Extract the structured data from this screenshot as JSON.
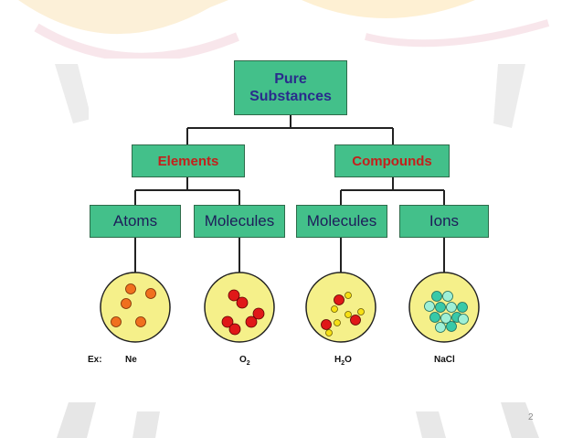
{
  "diagram": {
    "root": {
      "line1": "Pure",
      "line2": "Substances"
    },
    "level2": {
      "left": "Elements",
      "right": "Compounds"
    },
    "level3": {
      "atoms": "Atoms",
      "molecules_el": "Molecules",
      "molecules_cp": "Molecules",
      "ions": "Ions"
    },
    "examples": {
      "prefix": "Ex:",
      "ne": "Ne",
      "o2": "O",
      "o2_sub": "2",
      "h2o_h": "H",
      "h2o_sub": "2",
      "h2o_o": "O",
      "nacl": "NaCl"
    }
  },
  "slide_number": "2",
  "colors": {
    "box_fill": "#43c08a",
    "root_text": "#2a2b8c",
    "level2_text": "#c3201b",
    "level3_text": "#1d1d5a",
    "circle_fill": "#f5f08a",
    "atom_orange": "#f0701e",
    "oxygen_red": "#e01818",
    "hydrogen_yellow": "#f6e014",
    "ion_teal": "#38c9a8"
  }
}
